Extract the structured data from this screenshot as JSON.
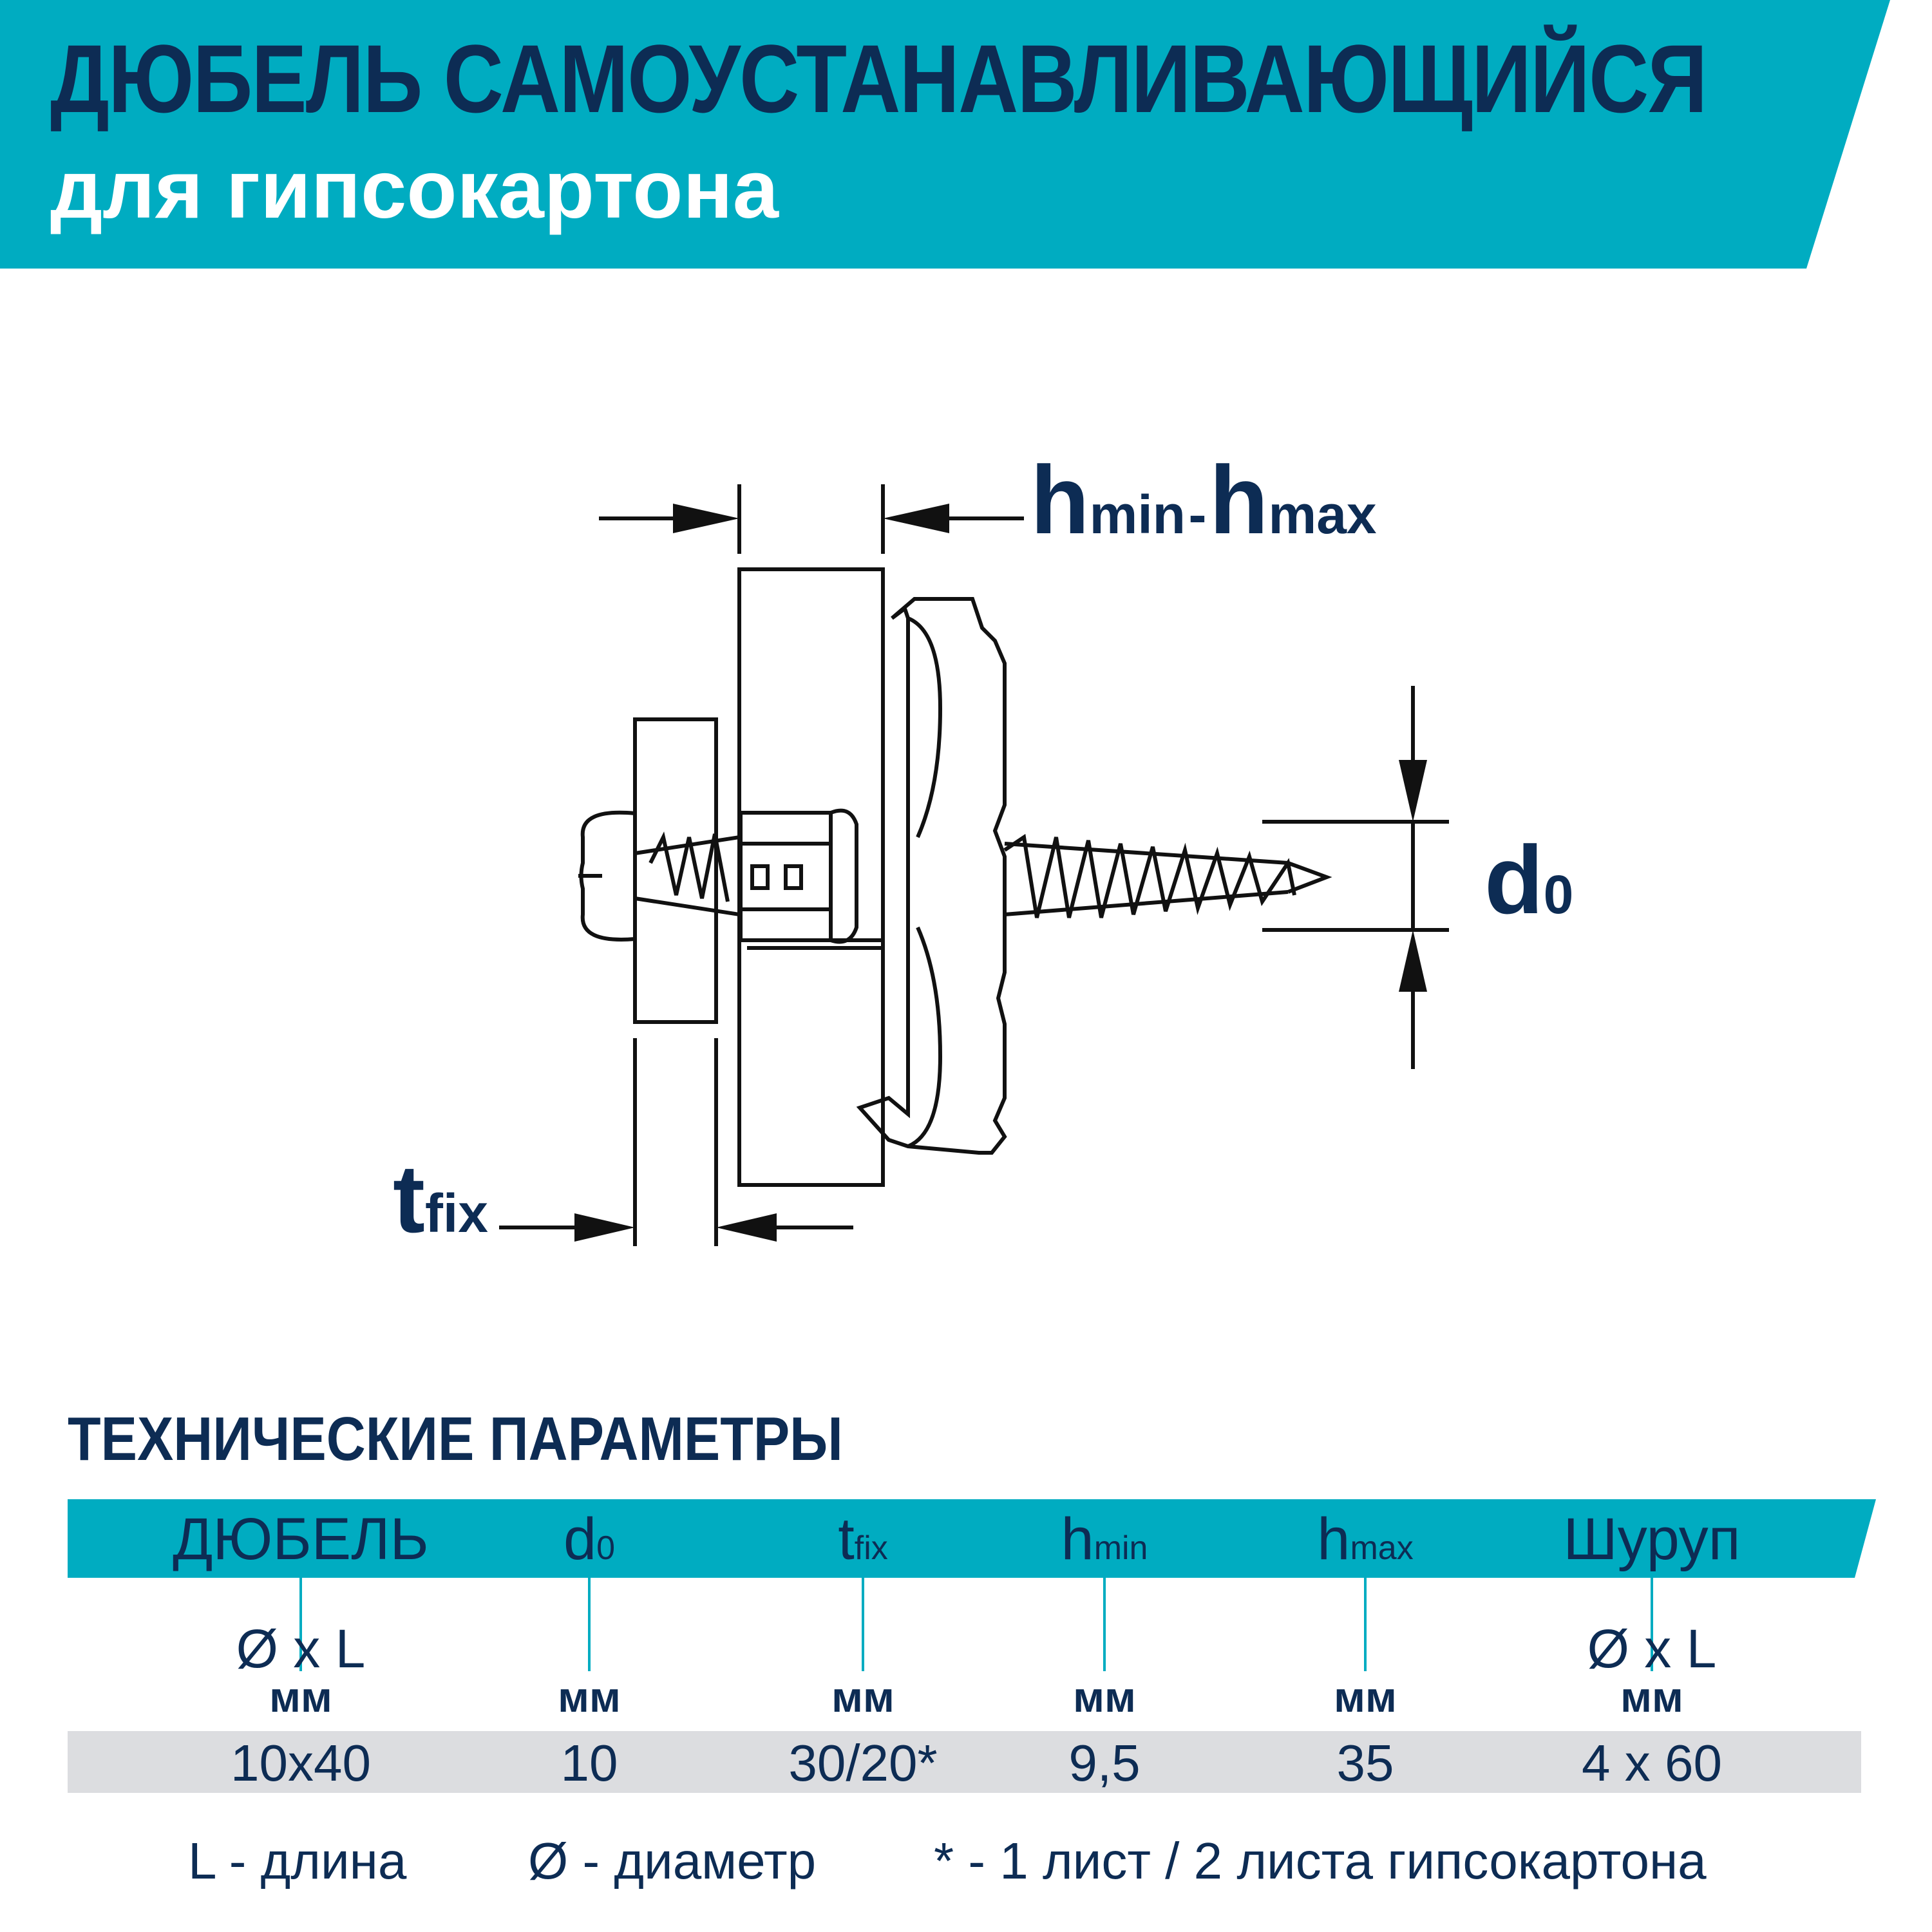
{
  "header": {
    "title": "ДЮБЕЛЬ САМОУСТАНАВЛИВАЮЩИЙСЯ",
    "subtitle": "для гипсокартона"
  },
  "diagram": {
    "label_hmin": "h",
    "label_hmin_sub": "min",
    "label_dash": "-",
    "label_hmax": "h",
    "label_hmax_sub": "max",
    "label_d": "d",
    "label_d_sub": "0",
    "label_t": "t",
    "label_t_sub": "fix"
  },
  "params": {
    "title": "ТЕХНИЧЕСКИЕ ПАРАМЕТРЫ",
    "columns": [
      {
        "header": "ДЮБЕЛЬ",
        "sub": "",
        "dim": "Ø x L",
        "unit": "мм",
        "value": "10x40"
      },
      {
        "header": "d",
        "sub": "0",
        "dim": "",
        "unit": "мм",
        "value": "10"
      },
      {
        "header": "t",
        "sub": "fix",
        "dim": "",
        "unit": "мм",
        "value": "30/20*"
      },
      {
        "header": "h",
        "sub": "min",
        "dim": "",
        "unit": "мм",
        "value": "9,5"
      },
      {
        "header": "h",
        "sub": "max",
        "dim": "",
        "unit": "мм",
        "value": "35"
      },
      {
        "header": "Шуруп",
        "sub": "",
        "dim": "Ø x L",
        "unit": "мм",
        "value": "4 x 60"
      }
    ]
  },
  "legend": {
    "length": "L  - длина",
    "diameter": "Ø - диаметр",
    "sheets": "* - 1 лист / 2 листа гипсокартона"
  },
  "colors": {
    "accent": "#00acc1",
    "text": "#0d2c54",
    "row_bg": "#dcdde0"
  }
}
